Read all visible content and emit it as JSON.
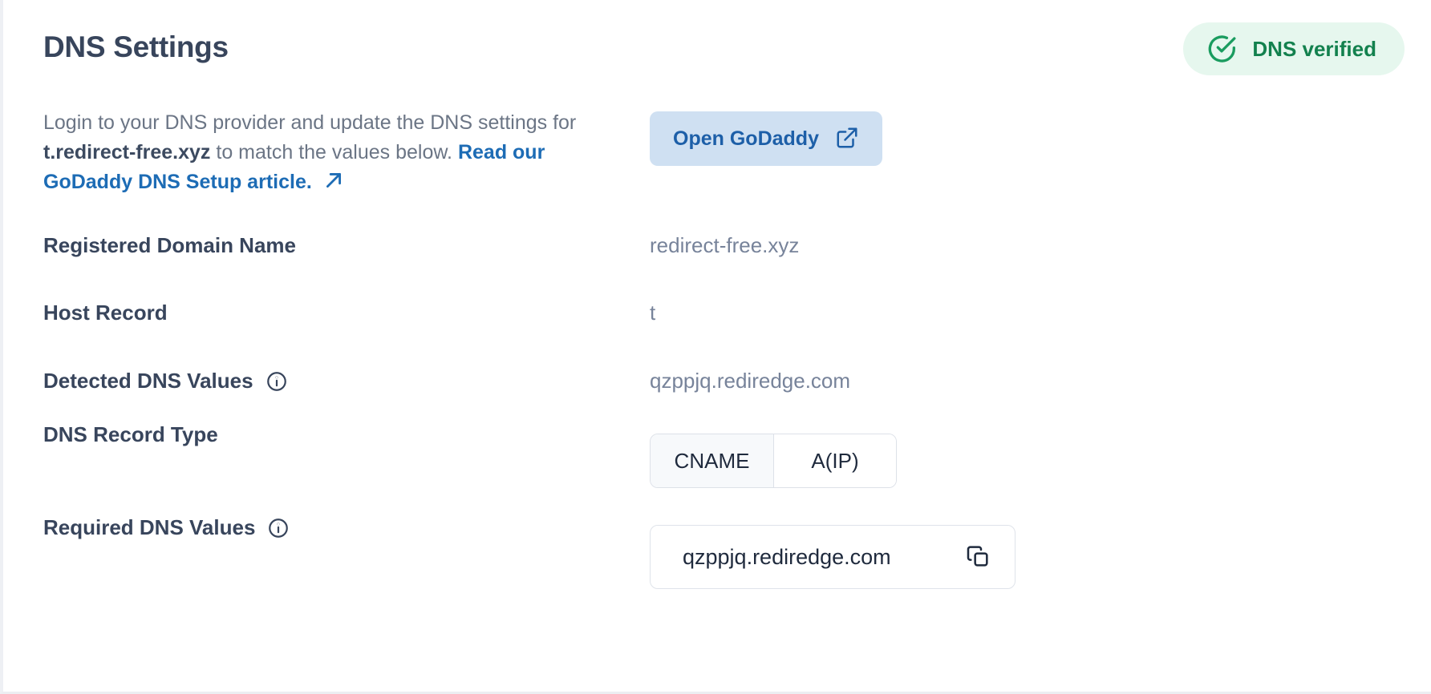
{
  "header": {
    "title": "DNS Settings",
    "status_badge": {
      "label": "DNS verified",
      "icon": "check-circle-icon",
      "bg_color": "#e6f7ee",
      "text_color": "#13814e"
    }
  },
  "intro": {
    "text_before": "Login to your DNS provider and update the DNS settings for ",
    "domain": "t.redirect-free.xyz",
    "text_after": " to match the values below. ",
    "link_text": "Read our GoDaddy DNS Setup article.",
    "link_icon": "arrow-ne-icon",
    "link_color": "#1d6cb5"
  },
  "open_provider_button": {
    "label": "Open GoDaddy",
    "icon": "external-link-icon",
    "bg_color": "#cfe0f2",
    "text_color": "#1d5fa8"
  },
  "fields": {
    "registered_domain": {
      "label": "Registered Domain Name",
      "value": "redirect-free.xyz"
    },
    "host_record": {
      "label": "Host Record",
      "value": "t"
    },
    "detected_dns_values": {
      "label": "Detected DNS Values",
      "info_icon": "info-icon",
      "value": "qzppjq.rediredge.com"
    },
    "dns_record_type": {
      "label": "DNS Record Type",
      "options": [
        "CNAME",
        "A(IP)"
      ],
      "selected": "CNAME"
    },
    "required_dns_values": {
      "label": "Required DNS Values",
      "info_icon": "info-icon",
      "value": "qzppjq.rediredge.com",
      "copy_icon": "copy-icon"
    }
  }
}
